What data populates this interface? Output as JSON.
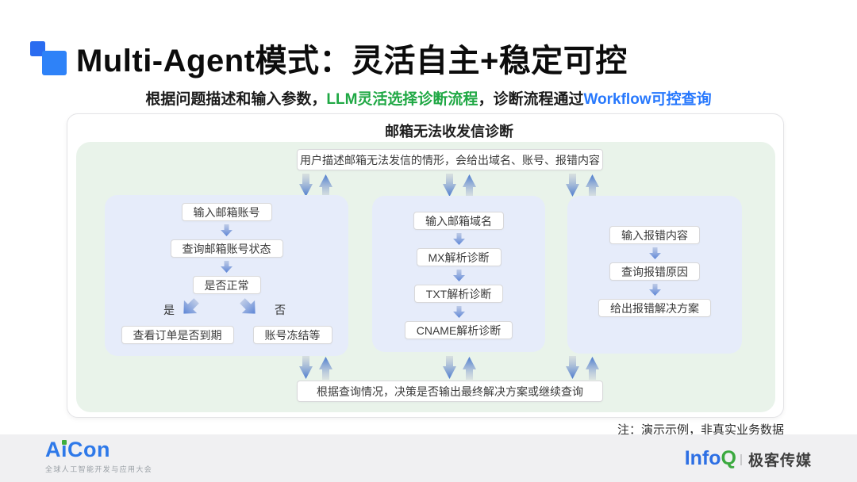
{
  "slide": {
    "title": "Multi-Agent模式：灵活自主+稳定可控",
    "subtitle_part1": "根据问题描述和输入参数，",
    "subtitle_highlight_green": "LLM灵活选择诊断流程",
    "subtitle_part2": "，诊断流程通过",
    "subtitle_highlight_blue": "Workflow可控查询",
    "note": "注：演示示例，非真实业务数据"
  },
  "diagram": {
    "title": "邮箱无法收发信诊断",
    "top_node": "用户描述邮箱无法发信的情形，会给出域名、账号、报错内容",
    "bottom_node": "根据查询情况，决策是否输出最终解决方案或继续查询",
    "columns": [
      {
        "id": "account-check",
        "nodes": [
          "输入邮箱账号",
          "查询邮箱账号状态",
          "是否正常"
        ],
        "branch": {
          "yes_label": "是",
          "yes_node": "查看订单是否到期",
          "no_label": "否",
          "no_node": "账号冻结等"
        }
      },
      {
        "id": "domain-dns-check",
        "nodes": [
          "输入邮箱域名",
          "MX解析诊断",
          "TXT解析诊断",
          "CNAME解析诊断"
        ]
      },
      {
        "id": "error-report-check",
        "nodes": [
          "输入报错内容",
          "查询报错原因",
          "给出报错解决方案"
        ]
      }
    ]
  },
  "footer": {
    "aicon_logo": "AiCon",
    "aicon_tagline": "全球人工智能开发与应用大会",
    "infoq_logo_info": "Info",
    "infoq_logo_q": "Q",
    "infoq_brand": "极客传媒"
  },
  "colors": {
    "accent_blue": "#2B7CF7",
    "highlight_green": "#1FA844",
    "highlight_blue": "#2778FD",
    "arrow_blue": "#4A7ACE",
    "panel_green": "#E9F3EA",
    "panel_blue": "#E6ECFA"
  }
}
